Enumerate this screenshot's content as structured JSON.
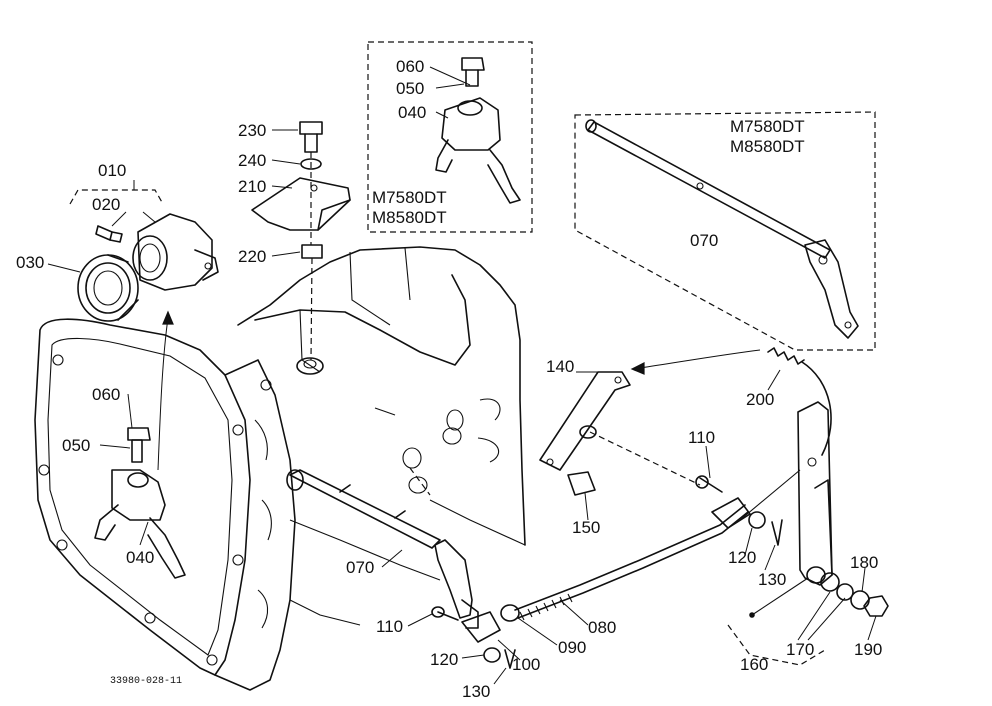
{
  "diagram": {
    "code": "33980-028-11",
    "models": {
      "box_top": [
        "M7580DT",
        "M8580DT"
      ],
      "box_right": [
        "M7580DT",
        "M8580DT"
      ]
    },
    "labels": {
      "p010": "010",
      "p020": "020",
      "p030": "030",
      "p040_top": "040",
      "p040_left": "040",
      "p050_top": "050",
      "p050_left": "050",
      "p060_top": "060",
      "p060_left": "060",
      "p070_right": "070",
      "p070_bottom": "070",
      "p080": "080",
      "p090": "090",
      "p100": "100",
      "p110_left": "110",
      "p110_right": "110",
      "p120_left": "120",
      "p120_right": "120",
      "p130_left": "130",
      "p130_right": "130",
      "p140": "140",
      "p150": "150",
      "p160": "160",
      "p170": "170",
      "p180": "180",
      "p190": "190",
      "p200": "200",
      "p210": "210",
      "p220": "220",
      "p230": "230",
      "p240": "240"
    }
  }
}
